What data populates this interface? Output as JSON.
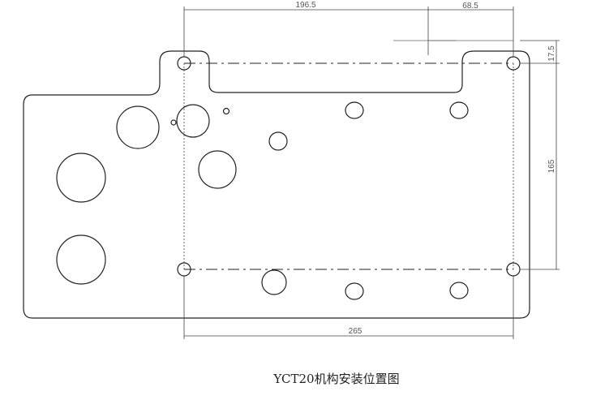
{
  "drawing": {
    "dimensions": {
      "top_left_width": "196.5",
      "top_right_width": "68.5",
      "right_small_height": "17.5",
      "right_height": "165",
      "bottom_width": "265"
    },
    "caption": "YCT20机构安装位置图",
    "colors": {
      "line": "#222222",
      "dimension": "#444444",
      "background": "#ffffff"
    }
  }
}
